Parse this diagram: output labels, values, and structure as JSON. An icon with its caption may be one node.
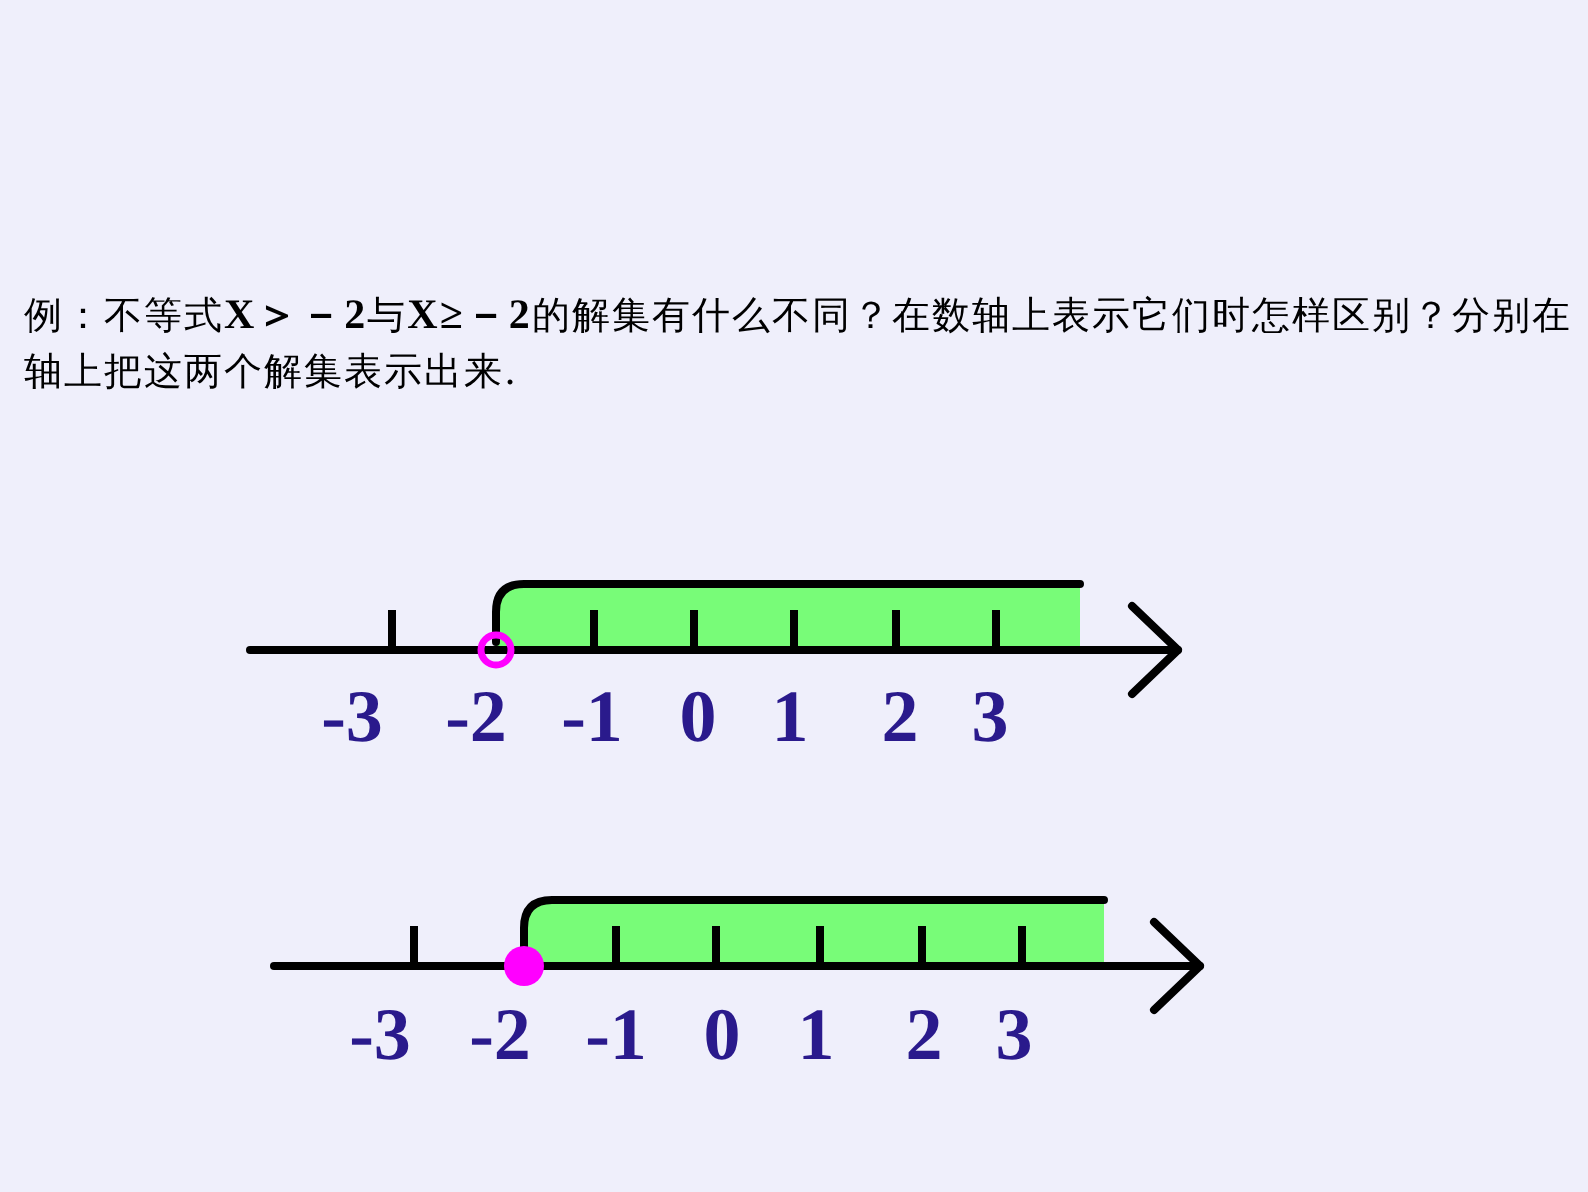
{
  "diagram": {
    "labels": [
      "例：不等式**X＞－2**与**X≥－2**的解集有什么不同？在数轴上表示它们时怎样区别？分别在轴上把这两个解集表示出来.",
      "-3",
      "-2",
      "-1",
      "0",
      "1",
      "2",
      "3",
      "-3",
      "-2",
      "-1",
      "0",
      "1",
      "2",
      "3"
    ]
  }
}
